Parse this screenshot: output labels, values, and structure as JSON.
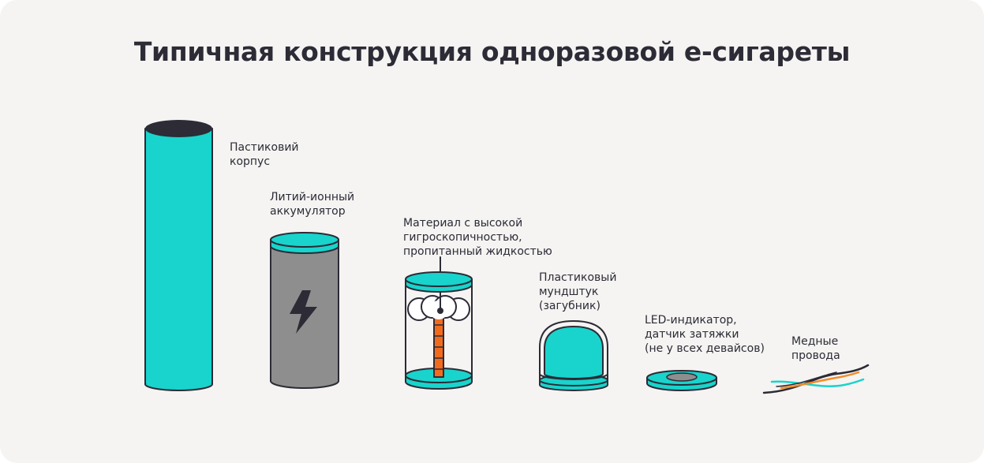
{
  "title": "Типичная конструкция одноразовой е-сигареты",
  "parts": [
    {
      "id": "body",
      "lines": [
        "Пастиковий",
        "корпус"
      ]
    },
    {
      "id": "battery",
      "lines": [
        "Литий-ионный",
        "аккумулятор"
      ]
    },
    {
      "id": "wick",
      "lines": [
        "Материал с высокой",
        "гигроскопичностью,",
        "пропитанный жидкостью"
      ]
    },
    {
      "id": "mouthpiece",
      "lines": [
        "Пластиковый",
        "мундштук",
        "(загубник)"
      ]
    },
    {
      "id": "led",
      "lines": [
        "LED-индикатор,",
        "датчик затяжки",
        "(не у всех девайсов)"
      ]
    },
    {
      "id": "wires",
      "lines": [
        "Медные",
        "провода"
      ]
    }
  ],
  "colors": {
    "teal": "#18d4cc",
    "outline": "#2c2b36",
    "battery_gray": "#8e8e8e",
    "coil_orange": "#f26b1d",
    "wire_orange": "#f28c28",
    "wire_teal": "#18d4cc",
    "background": "#f5f4f2"
  },
  "icons": [
    "lightning-bolt-icon"
  ]
}
